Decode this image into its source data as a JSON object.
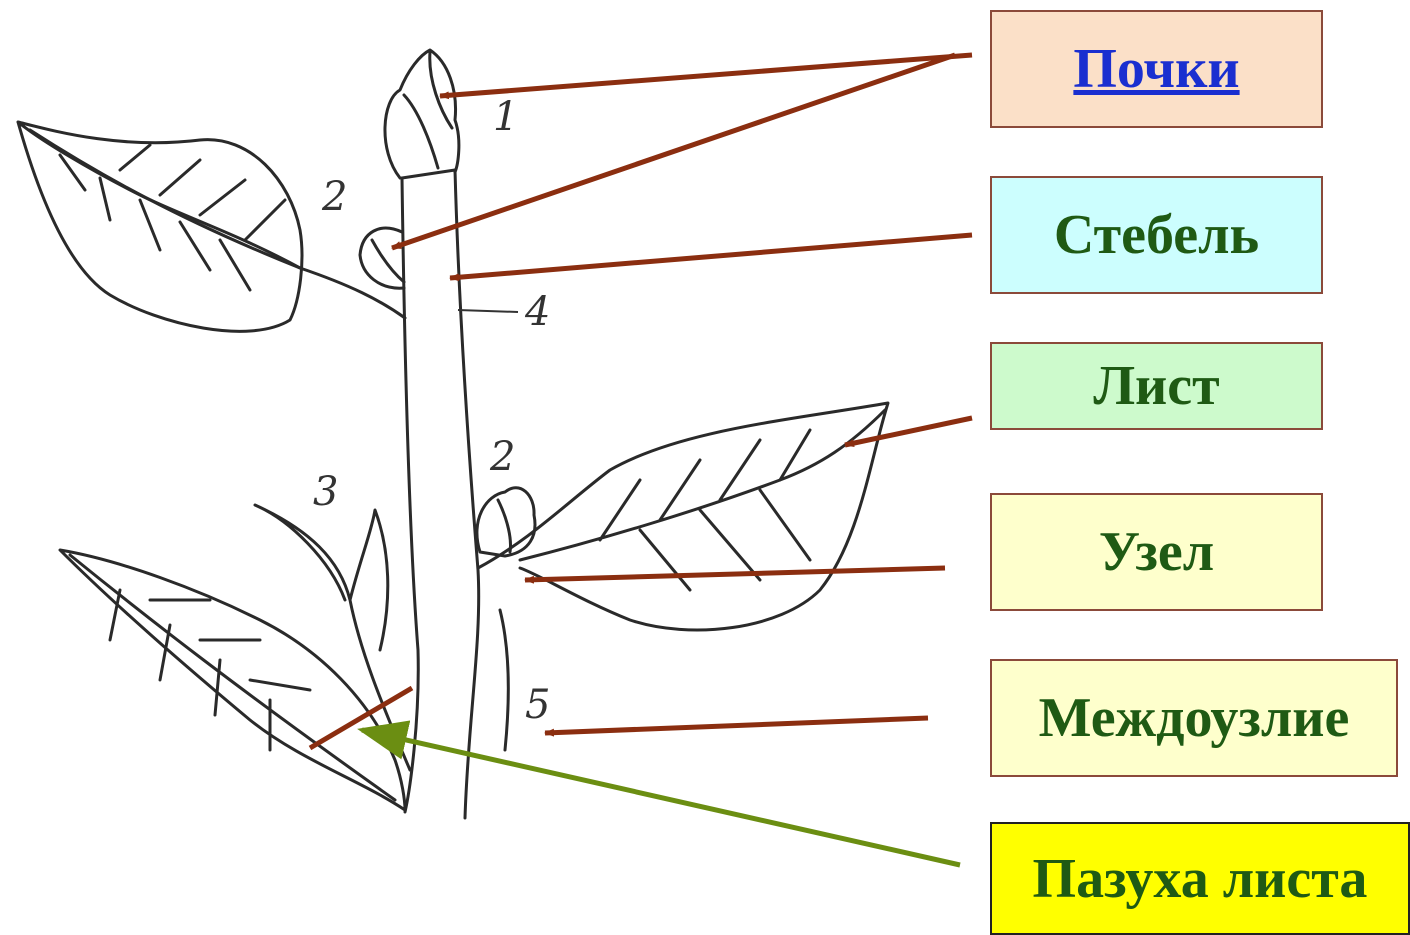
{
  "labels": {
    "buds": "Почки",
    "stem": "Стебель",
    "leaf": "Лист",
    "node": "Узел",
    "internode": "Междоузлие",
    "leaf_axil": "Пазуха листа"
  },
  "figure_numbers": {
    "n1": "1",
    "n2_top": "2",
    "n2_right": "2",
    "n3": "3",
    "n4": "4",
    "n5": "5"
  },
  "colors": {
    "arrow": "#8b2e10",
    "axil_arrow": "#6b8e12",
    "label_text": "#1f5a14",
    "link_text": "#1a2fd0",
    "buds_bg": "#fbe0c8",
    "stem_bg": "#ccfefe",
    "leaf_bg": "#cdfacc",
    "node_bg": "#feffcc",
    "internode_bg": "#feffcc",
    "axil_bg": "#ffff00"
  }
}
